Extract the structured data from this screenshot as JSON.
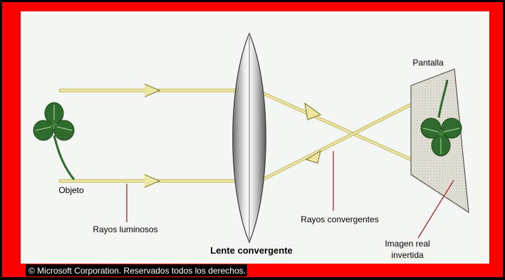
{
  "labels": {
    "objeto": "Objeto",
    "rayos_luminosos": "Rayos luminosos",
    "lente": "Lente convergente",
    "rayos_convergentes": "Rayos convergentes",
    "pantalla": "Pantalla",
    "imagen_line1": "Imagen real",
    "imagen_line2": "invertida"
  },
  "copyright": "© Microsoft Corporation. Reservados todos los derechos.",
  "colors": {
    "border": "#ff0000",
    "background": "#f4f6f3",
    "ray": "#ece6a0",
    "ray_stroke": "#b8ae5c",
    "leader": "#9b1b1b",
    "leaf": "#2f6b2c"
  },
  "icons": {
    "object": "clover-icon",
    "image": "inverted-clover-icon",
    "lens": "convex-lens-icon",
    "screen": "screen-icon"
  }
}
